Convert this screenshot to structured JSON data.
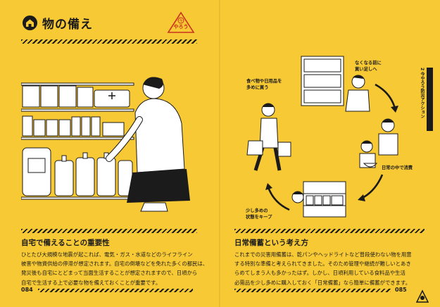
{
  "left_page": {
    "title": "物の備え",
    "badge": "やろう",
    "section_heading": "自宅で備えることの重要性",
    "body_lines": [
      "ひとたび大規模な地震が起これば、電気・ガス・水道などのライフライン",
      "被害や物資供給の停滞が想定されます。自宅の倒壊などを免れた多くの都民は、",
      "発災後も自宅にとどまって当面生活することが想定されますので、日頃から",
      "自宅で生活する上で必要な物を備えておくことが重要です。"
    ],
    "page_number": "084"
  },
  "right_page": {
    "side_label": "今やろう防災アクション",
    "side_index": "2",
    "cycle_labels": {
      "buy": [
        "なくなる前に",
        "買い足しへ"
      ],
      "stock": [
        "食べ物や日用品を",
        "多めに買う"
      ],
      "consume": [
        "日常の中で消費"
      ],
      "keep": [
        "少し多めの",
        "状態をキープ"
      ]
    },
    "section_heading": "日常備蓄という考え方",
    "body_lines": [
      "これまでの災害用備蓄は、乾パンやヘッドライトなど普段使わない物を用意",
      "する特別な準備と考えられてきました。そのため管理や継続が難しいとあき",
      "らめてしまう人も多かったはず。しかし、日頃利用している食料品や生活",
      "必需品を少し多めに購入しておく「日常備蓄」なら簡単に備蓄ができます。"
    ],
    "page_number": "085"
  },
  "colors": {
    "background": "#f7c934",
    "ink": "#1b1b1b",
    "badge_red": "#c8321e",
    "paper": "#ffffff"
  }
}
